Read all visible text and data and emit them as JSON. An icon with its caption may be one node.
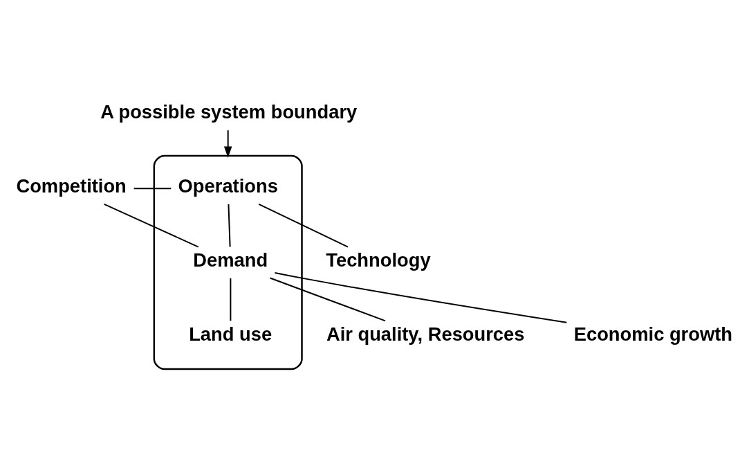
{
  "diagram": {
    "nodes": [
      {
        "text": [
          "A possible system boundary"
        ]
      },
      {
        "text": [],
        "shape": "cloud"
      },
      {
        "text": [
          "Operations"
        ],
        "in": 1
      },
      {
        "text": [
          "Competition"
        ]
      },
      {
        "text": [
          "Technology"
        ]
      },
      {
        "text": [
          "Demand"
        ],
        "in": 1
      },
      {
        "text": [
          "Land use"
        ],
        "in": 1
      },
      {
        "text": [
          "Air quality, Resources"
        ]
      },
      {
        "text": [
          "Economic growth"
        ]
      }
    ],
    "edges": [
      {
        "from": 0,
        "to": 1,
        "arrow": "to"
      },
      {
        "from": 2,
        "to": 3,
        "arrow": "none"
      },
      {
        "from": 2,
        "to": 4,
        "arrow": "none"
      },
      {
        "from": 2,
        "to": 5,
        "arrow": "none"
      },
      {
        "from": 3,
        "to": 5,
        "arrow": "none"
      },
      {
        "from": 5,
        "to": 6,
        "arrow": "none"
      },
      {
        "from": 5,
        "to": 8,
        "arrow": "none"
      },
      {
        "from": 5,
        "to": 7,
        "arrow": "none"
      }
    ]
  }
}
